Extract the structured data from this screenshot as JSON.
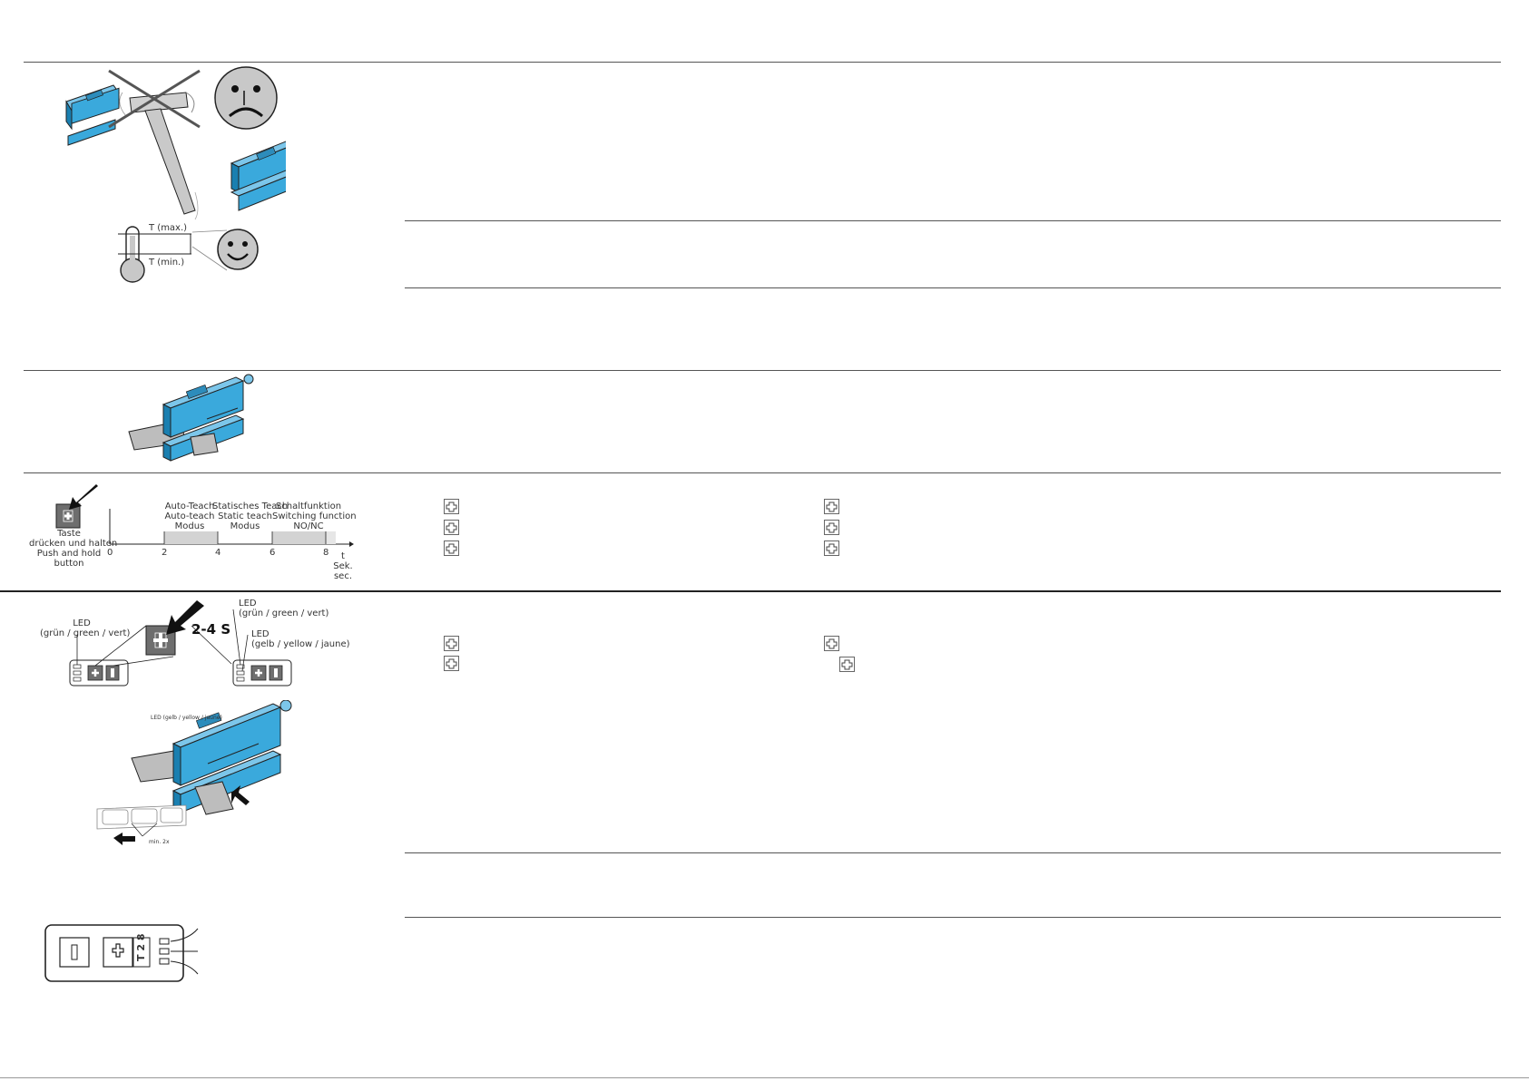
{
  "colors": {
    "sensor": "#3aa9dc",
    "sensor_dark": "#1a7fb0",
    "button_grey": "#6e6e6e",
    "face_grey": "#c8c8c8",
    "tape_grey": "#bdbdbd"
  },
  "temperature": {
    "max": "T (max.)",
    "min": "T (min.)"
  },
  "timeline": {
    "phase1": [
      "Auto-Teach",
      "Auto-teach",
      "Modus"
    ],
    "phase2": [
      "Statisches Teach",
      "Static teach",
      "Modus"
    ],
    "phase3": [
      "Schaltfunktion",
      "Switching function",
      "NO/NC"
    ],
    "button_caption": [
      "Taste",
      "drücken und halten",
      "Push and hold",
      "button"
    ],
    "ticks": [
      "0",
      "2",
      "4",
      "6",
      "8"
    ],
    "t_label": [
      "t",
      "Sek.",
      "sec."
    ]
  },
  "teach": {
    "led_green": [
      "LED",
      "(grün / green / vert)"
    ],
    "duration": "2-4 S",
    "led_green_right": [
      "LED",
      "(grün / green / vert)"
    ],
    "led_yellow": [
      "LED",
      "(gelb / yellow / jaune)"
    ],
    "led_yellow_small": "LED (gelb / yellow / jaune)",
    "min_label": "min. 2x"
  },
  "panel": {
    "display": "T 2 8"
  },
  "icons": [
    "plus-button-icon",
    "sad-face-icon",
    "smiley-face-icon",
    "thermometer-icon",
    "hammer-icon",
    "press-arrow-icon"
  ]
}
